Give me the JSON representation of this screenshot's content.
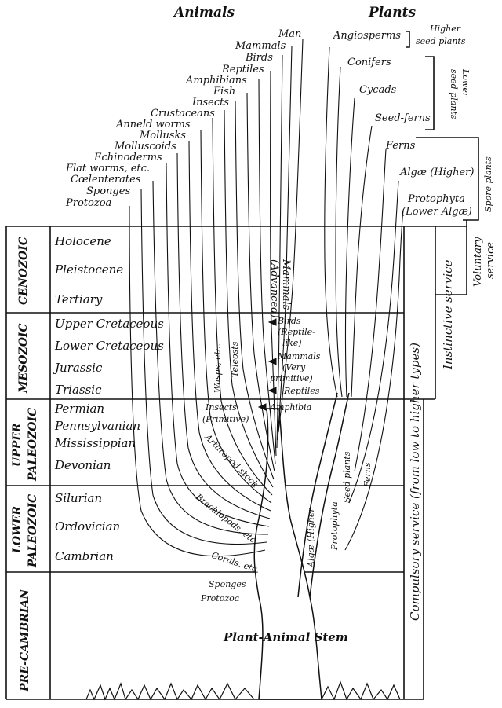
{
  "headers": {
    "animals": "Animals",
    "plants": "Plants"
  },
  "animal_groups": [
    "Man",
    "Mammals",
    "Birds",
    "Reptiles",
    "Amphibians",
    "Fish",
    "Insects",
    "Crustaceans",
    "Anneld worms",
    "Mollusks",
    "Molluscoids",
    "Echinoderms",
    "Flat worms, etc.",
    "Cœlenterates",
    "Sponges",
    "Protozoa"
  ],
  "plant_groups": [
    "Angiosperms",
    "Conifers",
    "Cycads",
    "Seed-ferns",
    "Ferns",
    "Algæ (Higher)",
    "Protophyta",
    "(Lower Algæ)"
  ],
  "plant_brackets": {
    "higher_seed_1": "Higher",
    "higher_seed_2": "seed plants",
    "lower_seed_1": "Lower",
    "lower_seed_2": "seed plants",
    "spore": "Spore plants"
  },
  "eras": [
    {
      "name": "CENOZOIC",
      "lines": []
    },
    {
      "name": "MESOZOIC",
      "lines": []
    },
    {
      "name": "PALEOZOIC",
      "lines": [
        "UPPER"
      ]
    },
    {
      "name": "PALEOZOIC",
      "lines": [
        "LOWER"
      ]
    },
    {
      "name": "PRE-CAMBRIAN",
      "lines": []
    }
  ],
  "periods": [
    "Holocene",
    "Pleistocene",
    "Tertiary",
    "Upper Cretaceous",
    "Lower Cretaceous",
    "Jurassic",
    "Triassic",
    "Permian",
    "Pennsylvanian",
    "Mississippian",
    "Devonian",
    "Silurian",
    "Ordovician",
    "Cambrian"
  ],
  "tree_labels": {
    "mammals_adv_1": "Mammals",
    "mammals_adv_2": "(Advanced)",
    "birds_1": "Birds",
    "birds_2": "(Reptile-",
    "birds_3": "like)",
    "mammals_prim_1": "Mammals",
    "mammals_prim_2": "(Very",
    "mammals_prim_3": "primitive)",
    "reptiles": "Reptiles",
    "amphibia": "Amphibia",
    "insects_prim_1": "Insects",
    "insects_prim_2": "(Primitive)",
    "wasps": "Wasps, etc.",
    "teleosts": "Teleosts",
    "arthropod": "Arthropod stock",
    "brachiopods": "Brachiopods, etc.",
    "corals": "Corals, etc.",
    "sponges": "Sponges",
    "protozoa": "Protozoa",
    "seed_plants": "Seed plants",
    "ferns": "Ferns",
    "algae_higher": "Algæ (Higher",
    "protophyta": "Protophyta",
    "stem": "Plant-Animal Stem"
  },
  "service_labels": {
    "voluntary_1": "Voluntary",
    "voluntary_2": "service",
    "instinctive": "Instinctive service",
    "compulsory": "Compulsory service (from low to higher types)"
  }
}
